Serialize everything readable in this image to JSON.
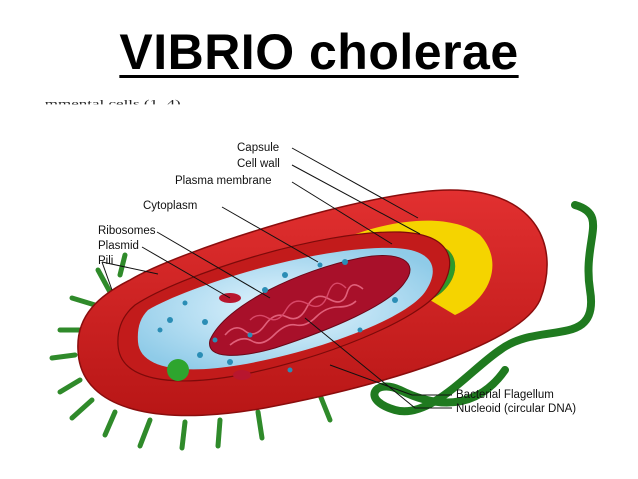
{
  "title": "VIBRIO cholerae",
  "cropped_caption": "...mmental cells (1, 4).",
  "labels": {
    "capsule": "Capsule",
    "cell_wall": "Cell wall",
    "plasma_membrane": "Plasma membrane",
    "cytoplasm": "Cytoplasm",
    "ribosomes": "Ribosomes",
    "plasmid": "Plasmid",
    "pili": "Pili",
    "flagellum": "Bacterial Flagellum",
    "nucleoid": "Nucleoid (circular DNA)"
  },
  "colors": {
    "capsule": "#d42020",
    "cell_wall_yellow": "#f5d400",
    "membrane_green": "#2e9a2a",
    "cytoplasm": "#a9d8f0",
    "nucleoid": "#a8102a",
    "pili": "#2f8a2a"
  }
}
